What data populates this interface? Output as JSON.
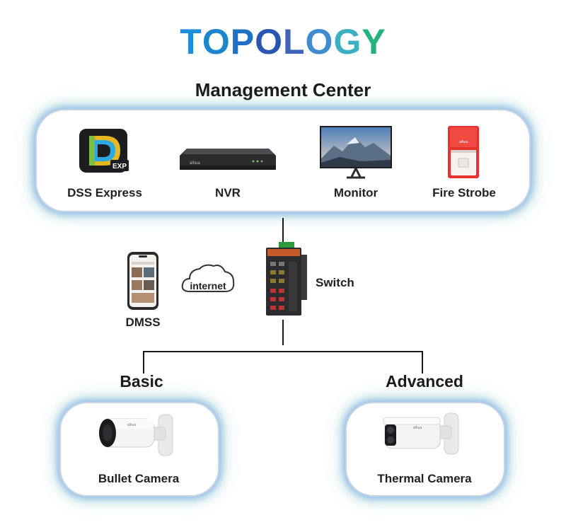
{
  "title": [
    "T",
    "O",
    "P",
    "O",
    "L",
    "O",
    "G",
    "Y"
  ],
  "title_colors": [
    "#1d8fd8",
    "#1b86cf",
    "#1f6fc2",
    "#2a55b0",
    "#3e63b8",
    "#3f8bd0",
    "#3ab0c2",
    "#23b27a"
  ],
  "management": {
    "heading": "Management Center",
    "items": [
      {
        "label": "DSS Express",
        "icon": "dss-express-logo-icon"
      },
      {
        "label": "NVR",
        "icon": "nvr-device-icon"
      },
      {
        "label": "Monitor",
        "icon": "monitor-icon"
      },
      {
        "label": "Fire Strobe",
        "icon": "fire-strobe-icon"
      }
    ]
  },
  "dss_badge": "EXP",
  "dmss": {
    "label": "DMSS",
    "icon": "smartphone-icon"
  },
  "internet": {
    "label": "internet",
    "icon": "cloud-icon"
  },
  "switch": {
    "label": "Switch",
    "icon": "network-switch-icon"
  },
  "basic": {
    "heading": "Basic",
    "label": "Bullet Camera",
    "icon": "bullet-camera-icon"
  },
  "advanced": {
    "heading": "Advanced",
    "label": "Thermal Camera",
    "icon": "thermal-camera-icon"
  }
}
